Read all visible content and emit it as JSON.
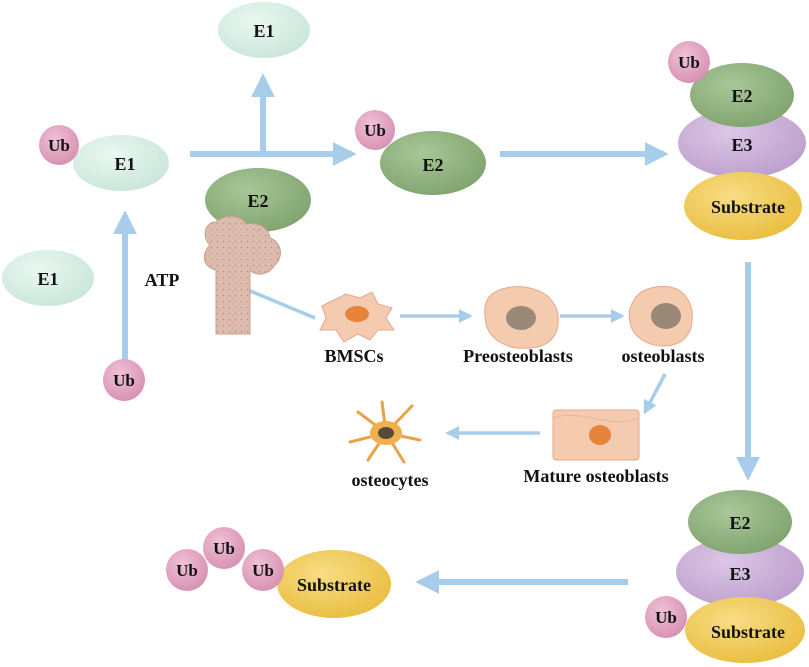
{
  "colors": {
    "arrow": "#a7cdea",
    "e1": "#d8efe6",
    "e2": "#94b684",
    "e3": "#cdb3da",
    "ub": "#e3a5c2",
    "substrate": "#f2cd61",
    "bone": "#e0c2b3",
    "cell": "#f5cbb0",
    "nucleus_orange": "#e8843a",
    "nucleus_gray": "#9a8878"
  },
  "labels": {
    "e1": "E1",
    "e2": "E2",
    "e3": "E3",
    "ub": "Ub",
    "substrate": "Substrate",
    "atp": "ATP",
    "bmscs": "BMSCs",
    "preosteoblasts": "Preosteoblasts",
    "osteoblasts": "osteoblasts",
    "mature_osteoblasts": "Mature osteoblasts",
    "osteocytes": "osteocytes"
  }
}
